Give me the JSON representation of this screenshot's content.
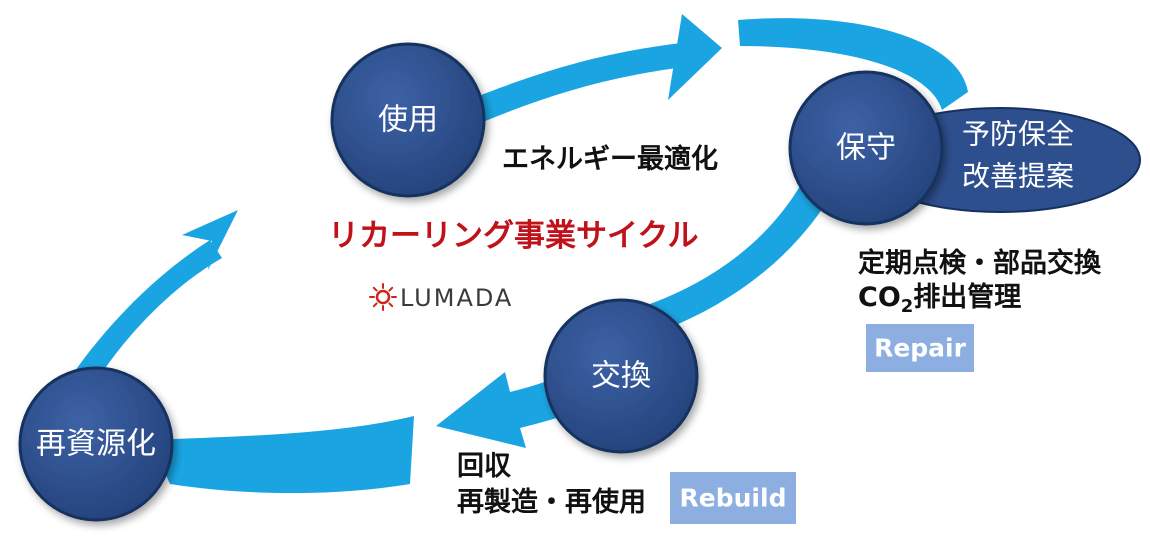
{
  "nodes": {
    "use": "使用",
    "maintenance": "保守",
    "exchange": "交換",
    "recycle": "再資源化"
  },
  "maintenance_bubble": {
    "line1": "予防保全",
    "line2": "改善提案"
  },
  "labels": {
    "energy": "エネルギー最適化",
    "cycle_title": "リカーリング事業サイクル",
    "inspection_line1": "定期点検・部品交換",
    "inspection_line2_prefix": "CO",
    "inspection_line2_sub": "2",
    "inspection_line2_suffix": "排出管理",
    "collection_line1": "回収",
    "collection_line2": "再製造・再使用"
  },
  "badges": {
    "repair": "Repair",
    "rebuild": "Rebuild"
  },
  "logo": {
    "text": "LUMADA"
  },
  "colors": {
    "arrow": "#1aa5e2",
    "node": "#2e4f8e",
    "node_border": "#16315f",
    "badge": "#8caee0",
    "title": "#c0121a",
    "logo_mark": "#d0231b"
  }
}
